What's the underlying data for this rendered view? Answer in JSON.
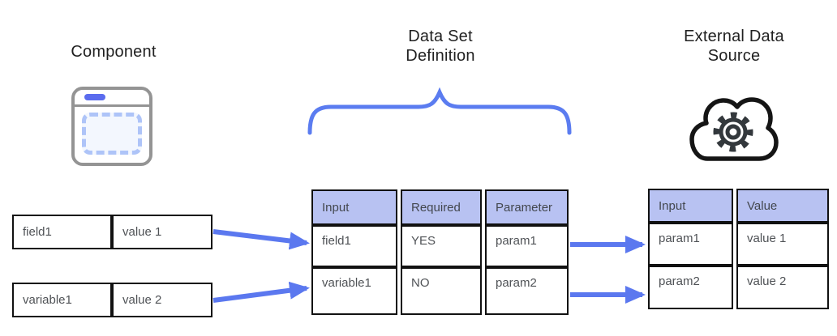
{
  "diagram": {
    "component": {
      "title": "Component",
      "icon": "window-component-icon"
    },
    "dataset": {
      "title_lines": [
        "Data Set",
        "Definition"
      ],
      "icon": "curly-brace"
    },
    "external": {
      "title_lines": [
        "External Data",
        "Source"
      ],
      "icon": "cloud-gear-icon"
    }
  },
  "component_tables": [
    {
      "name": "field1",
      "value": "value 1"
    },
    {
      "name": "variable1",
      "value": "value 2"
    }
  ],
  "dataset_table": {
    "headers": [
      "Input",
      "Required",
      "Parameter"
    ],
    "rows": [
      [
        "field1",
        "YES",
        "param1"
      ],
      [
        "variable1",
        "NO",
        "param2"
      ]
    ]
  },
  "external_table": {
    "headers": [
      "Input",
      "Value"
    ],
    "rows": [
      [
        "param1",
        "value 1"
      ],
      [
        "param2",
        "value 2"
      ]
    ]
  },
  "colors": {
    "arrow_blue": "#5b78ef",
    "brace_blue": "#5b7cf0",
    "table_header_bg": "#b8c2f2",
    "table_border": "#111111",
    "window_icon_gray": "#949494",
    "window_pill_blue": "#5b6cee",
    "dashed_region_blue": "#aec4f8",
    "cloud_outline": "#151515",
    "gear_outline": "#33383c"
  }
}
